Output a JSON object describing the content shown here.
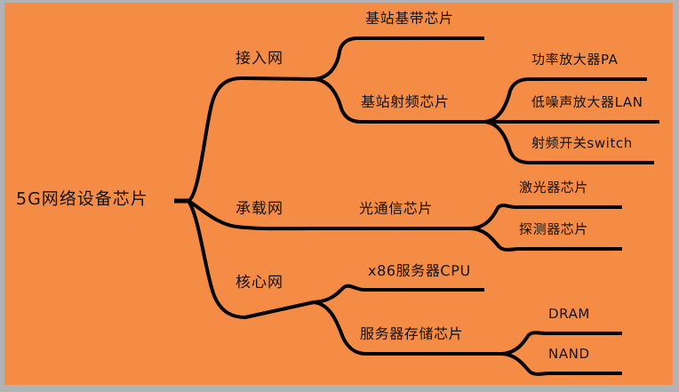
{
  "diagram": {
    "type": "mindmap",
    "background_color": "#f58c45",
    "frame_color": "#b3b3b3",
    "line_color": "#000000",
    "text_color": "#111111",
    "root": {
      "label": "5G网络设备芯片"
    },
    "branches": [
      {
        "label": "接入网",
        "children": [
          {
            "label": "基站基带芯片",
            "children": []
          },
          {
            "label": "基站射频芯片",
            "children": [
              {
                "label": "功率放大器PA"
              },
              {
                "label": "低噪声放大器LAN"
              },
              {
                "label": "射频开关switch"
              }
            ]
          }
        ]
      },
      {
        "label": "承载网",
        "children": [
          {
            "label": "光通信芯片",
            "children": [
              {
                "label": "激光器芯片"
              },
              {
                "label": "探测器芯片"
              }
            ]
          }
        ]
      },
      {
        "label": "核心网",
        "children": [
          {
            "label": "x86服务器CPU",
            "children": []
          },
          {
            "label": "服务器存储芯片",
            "children": [
              {
                "label": "DRAM"
              },
              {
                "label": "NAND"
              }
            ]
          }
        ]
      }
    ]
  }
}
